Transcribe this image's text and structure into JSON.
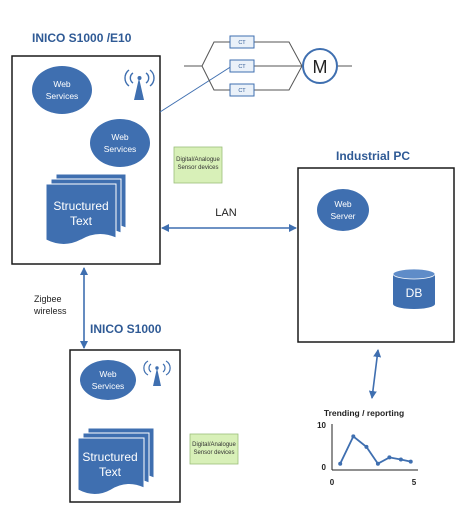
{
  "top_controller": {
    "title": "INICO S1000 /E10",
    "web_services_1": [
      "Web",
      "Services"
    ],
    "web_services_2": [
      "Web",
      "Services"
    ],
    "structured_text": [
      "Structured",
      "Text"
    ],
    "sensor_note": [
      "Digital/Analogue",
      "Sensor devices"
    ]
  },
  "ct_labels": [
    "CT",
    "CT",
    "CT"
  ],
  "motor_label": "M",
  "lan_label": "LAN",
  "zigbee_label": [
    "Zigbee",
    "wireless"
  ],
  "bottom_controller": {
    "title": "INICO S1000",
    "web_services": [
      "Web",
      "Services"
    ],
    "structured_text": [
      "Structured",
      "Text"
    ],
    "sensor_note": [
      "Digital/Analogue",
      "Sensor devices"
    ]
  },
  "industrial_pc": {
    "title": "Industrial PC",
    "web_server": [
      "Web",
      "Server"
    ],
    "db": "DB"
  },
  "colors": {
    "title": "#2f5a95",
    "node_fill": "#3f6fb0",
    "note_fill": "#d8f0b8",
    "line": "#3f6fb0"
  },
  "chart_data": {
    "type": "line",
    "title": "Trending / reporting",
    "xlabel": "",
    "ylabel": "",
    "xlim": [
      0,
      5
    ],
    "ylim": [
      0,
      10
    ],
    "x_ticks": [
      "0",
      "5"
    ],
    "y_ticks": [
      "10",
      "0"
    ],
    "series": [
      {
        "x": [
          0.5,
          1.3,
          2.1,
          2.8,
          3.5,
          4.2,
          4.8
        ],
        "y": [
          1.5,
          8.0,
          5.5,
          1.5,
          3.0,
          2.5,
          2.0
        ]
      }
    ]
  }
}
